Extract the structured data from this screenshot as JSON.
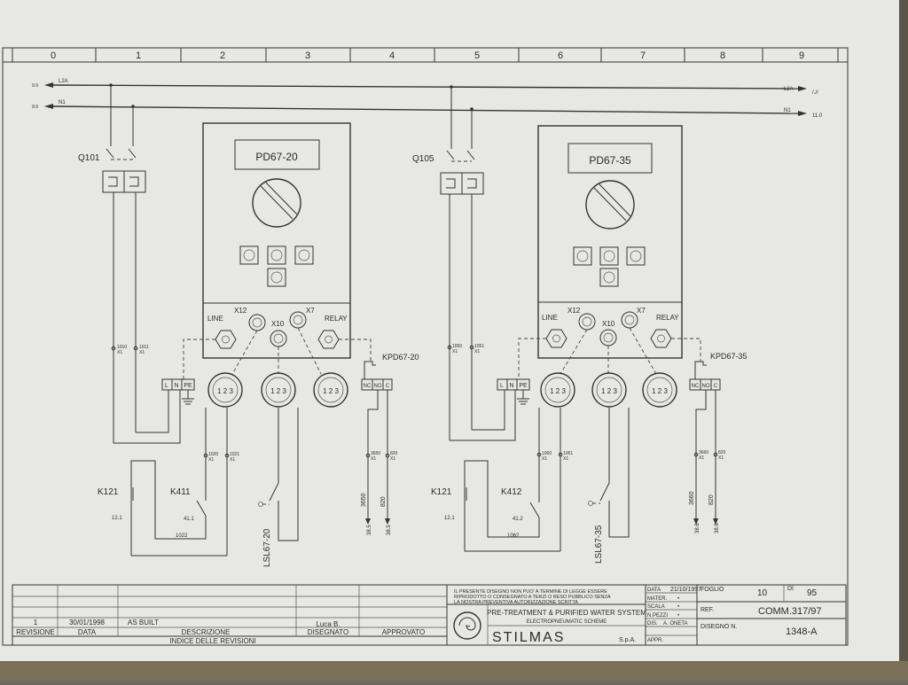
{
  "grid": {
    "columns": [
      "0",
      "1",
      "2",
      "3",
      "4",
      "5",
      "6",
      "7",
      "8",
      "9"
    ]
  },
  "bus": {
    "l2a_left_ref": "9.9",
    "l2a_label": "L2A",
    "n1_left_ref": "9.9",
    "n1_label": "N1",
    "l2a_right_label": "L2A",
    "l2a_right_ref": "/.//",
    "n1_right_label": "N1",
    "n1_right_ref": "11.0"
  },
  "left_unit": {
    "breaker": "Q101",
    "display": "PD67-20",
    "line_label": "LINE",
    "relay_label": "RELAY",
    "x12": "X12",
    "x10": "X10",
    "x7": "X7",
    "term_a": "1010",
    "term_b": "1011",
    "term_x": "X1",
    "lnpe": [
      "L",
      "N",
      "PE"
    ],
    "relay_name": "KPD67-20",
    "ncnoc": [
      "NC",
      "NO",
      "C"
    ],
    "t1020": "1020",
    "t1021": "1021",
    "t3650": "3650",
    "t820": "820",
    "k1": "K121",
    "k1_ref": "12.1",
    "k2": "K411",
    "k2_ref": "41.1",
    "wire": "1022",
    "level": "LSL67-20",
    "vwire_a": "3650",
    "vwire_b": "820",
    "ref_a": "38.5",
    "ref_b": "38.5"
  },
  "right_unit": {
    "breaker": "Q105",
    "display": "PD67-35",
    "line_label": "LINE",
    "relay_label": "RELAY",
    "x12": "X12",
    "x10": "X10",
    "x7": "X7",
    "term_a": "1050",
    "term_b": "1051",
    "term_x": "X1",
    "lnpe": [
      "L",
      "N",
      "PE"
    ],
    "relay_name": "KPD67-35",
    "ncnoc": [
      "NC",
      "NO",
      "C"
    ],
    "t1020": "1060",
    "t1021": "1061",
    "t3650": "3660",
    "t820": "820",
    "k1": "K121",
    "k1_ref": "12.1",
    "k2": "K412",
    "k2_ref": "41.2",
    "wire": "1062",
    "level": "LSL67-35",
    "vwire_a": "3660",
    "vwire_b": "820",
    "ref_a": "38.6",
    "ref_b": "38.6"
  },
  "title_block": {
    "notice": [
      "IL PRESENTE DISEGNO NON PUO' A TERMINE DI LEGGE ESSERE",
      "RIPRODOTTO O CONSEGNATO A TERZI O RESO PUBBLICO SENZA",
      "LA NOSTRA PREVENTIVA AUTORIZZAZIONE SCRITTA"
    ],
    "project": "PRE-TREATMENT & PURIFIED WATER SYSTEM",
    "scheme": "ELECTROPNEUMATIC SCHEME",
    "company": "STILMAS",
    "company_suffix": "S.p.A.",
    "data_label": "DATA",
    "data_value": "21/10/1997",
    "mater_label": "MATER.",
    "mater_value": "•",
    "scala_label": "SCALA",
    "scala_value": "•",
    "npezzi_label": "N.PEZZI",
    "npezzi_value": "•",
    "dis_label": "DIS.",
    "dis_value": "A. ONETA",
    "appr_label": "APPR.",
    "foglio_label": "FOGLIO",
    "foglio_value": "10",
    "di_label": "DI",
    "di_value": "95",
    "ref_label": "REF.",
    "ref_value": "COMM.317/97",
    "disegno_label": "DISEGNO N.",
    "disegno_value": "1348-A"
  },
  "revisions": {
    "row": {
      "rev": "1",
      "date": "30/01/1998",
      "desc": "AS BUILT",
      "drawn": "Luca B.",
      "approved": ""
    },
    "headers": {
      "rev": "REVISIONE",
      "date": "DATA",
      "desc": "DESCRIZIONE",
      "drawn": "DISEGNATO",
      "approved": "APPROVATO"
    },
    "footer": "INDICE DELLE REVISIONI"
  }
}
